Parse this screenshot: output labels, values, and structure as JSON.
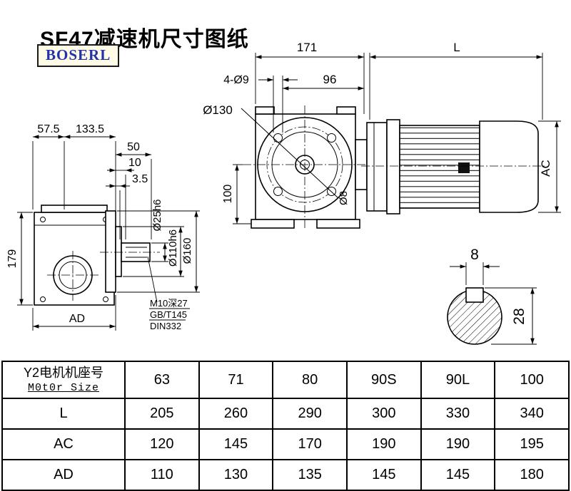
{
  "page": {
    "title": "SF47减速机尺寸图纸",
    "brand": "BOSERL"
  },
  "drawing": {
    "side_view": {
      "dim_57_5": "57.5",
      "dim_133_5": "133.5",
      "dim_50": "50",
      "dim_10": "10",
      "dim_3_5": "3.5",
      "dim_179": "179",
      "dim_ad": "AD",
      "dim_d25": "Ø25h6",
      "dim_d110": "Ø110h6",
      "dim_d160": "Ø160",
      "note_line1": "M10深27",
      "note_line2": "GB/T145",
      "note_line3": "DIN332"
    },
    "front_view": {
      "dim_171": "171",
      "dim_96": "96",
      "dim_4_d9": "4-Ø9",
      "dim_d130": "Ø130",
      "dim_100": "100",
      "dim_d8": "Ø8"
    },
    "motor_view": {
      "dim_l": "L",
      "dim_ac": "AC"
    },
    "shaft_section": {
      "dim_8": "8",
      "dim_28": "28"
    }
  },
  "table": {
    "row_header": {
      "line1": "Y2电机机座号",
      "line2": "M0t0r Size"
    },
    "columns": [
      "63",
      "71",
      "80",
      "90S",
      "90L",
      "100"
    ],
    "rows": [
      {
        "label": "L",
        "values": [
          "205",
          "260",
          "290",
          "300",
          "330",
          "340"
        ]
      },
      {
        "label": "AC",
        "values": [
          "120",
          "145",
          "170",
          "190",
          "190",
          "195"
        ]
      },
      {
        "label": "AD",
        "values": [
          "110",
          "130",
          "135",
          "145",
          "145",
          "180"
        ]
      }
    ]
  }
}
